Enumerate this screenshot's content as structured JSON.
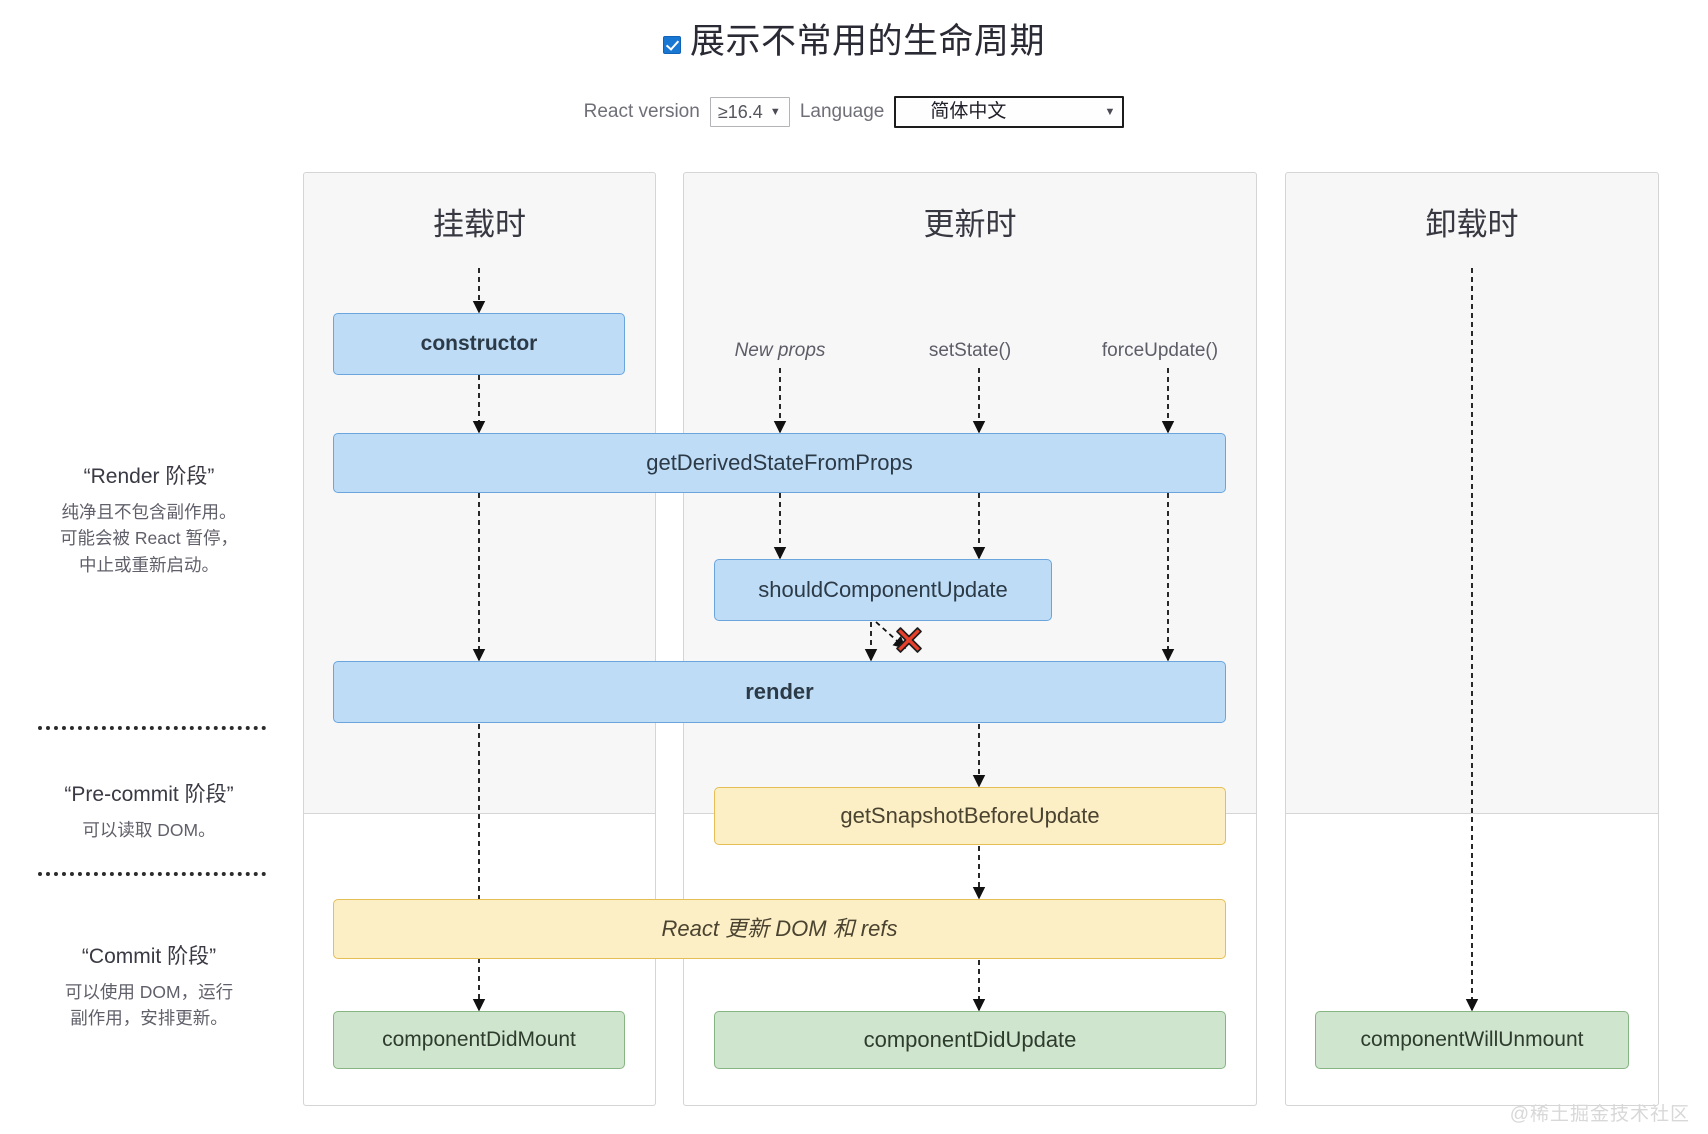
{
  "header": {
    "checkbox_checked": true,
    "title": "展示不常用的生命周期",
    "react_version_label": "React version",
    "react_version_value": "≥16.4",
    "language_label": "Language",
    "language_value": "简体中文",
    "language_icon": "globe-icon",
    "caret_icon": "chevron-down-icon"
  },
  "columns": [
    {
      "key": "mount",
      "title": "挂载时"
    },
    {
      "key": "update",
      "title": "更新时"
    },
    {
      "key": "unmount",
      "title": "卸载时"
    }
  ],
  "phases": [
    {
      "title": "“Render 阶段”",
      "desc": "纯净且不包含副作用。\n可能会被 React 暂停，\n中止或重新启动。"
    },
    {
      "title": "“Pre-commit 阶段”",
      "desc": "可以读取 DOM。"
    },
    {
      "title": "“Commit 阶段”",
      "desc": "可以使用 DOM，运行\n副作用，安排更新。"
    }
  ],
  "triggers": [
    {
      "label": "New props",
      "italic": true
    },
    {
      "label": "setState()",
      "italic": false
    },
    {
      "label": "forceUpdate()",
      "italic": false
    }
  ],
  "nodes": {
    "constructor": "constructor",
    "getDerivedStateFromProps": "getDerivedStateFromProps",
    "shouldComponentUpdate": "shouldComponentUpdate",
    "render": "render",
    "getSnapshotBeforeUpdate": "getSnapshotBeforeUpdate",
    "reactUpdateDom": "React 更新 DOM 和 refs",
    "componentDidMount": "componentDidMount",
    "componentDidUpdate": "componentDidUpdate",
    "componentWillUnmount": "componentWillUnmount"
  },
  "markers": {
    "skip_x": "red-x-icon"
  },
  "watermark": "@稀土掘金技术社区",
  "colors": {
    "blue_fill": "#bfdcf7",
    "blue_border": "#6aa6dd",
    "yellow_fill": "#fcefc6",
    "yellow_border": "#e3bf56",
    "green_fill": "#cfe5cd",
    "green_border": "#86b583",
    "column_bg": "#f7f7f7",
    "red_x": "#e8402a"
  }
}
